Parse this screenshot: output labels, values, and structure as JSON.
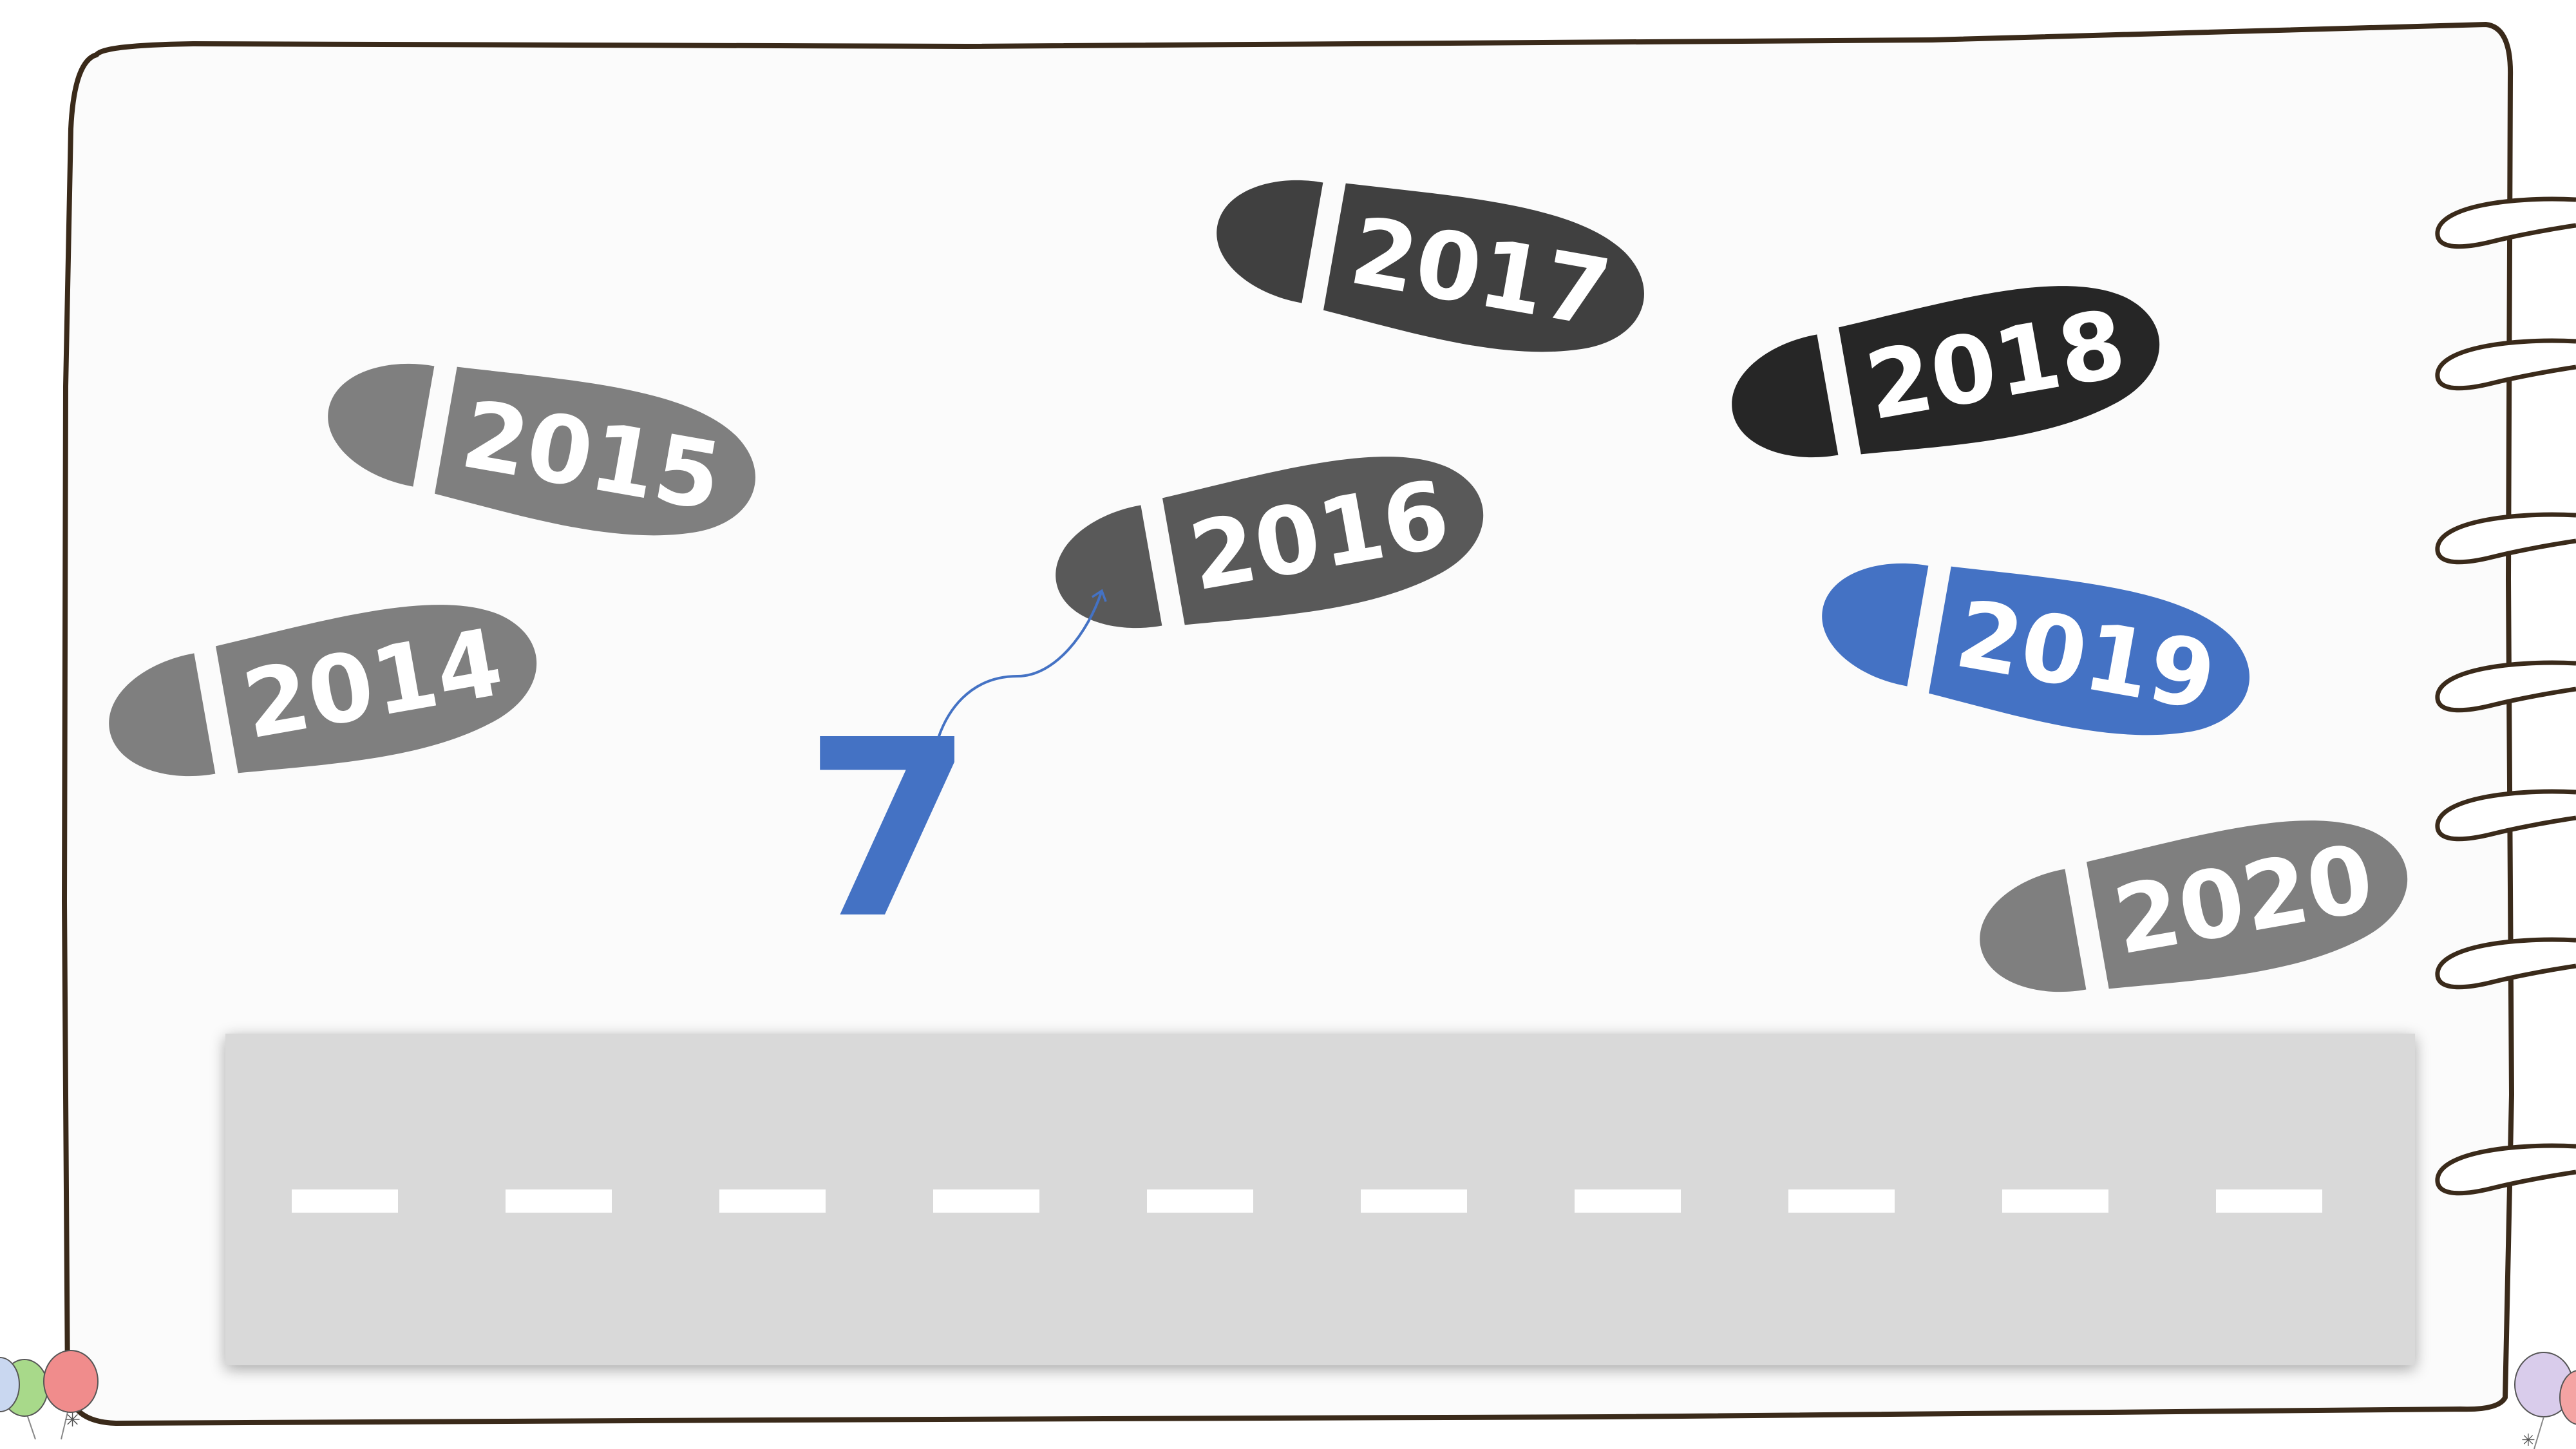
{
  "slide": {
    "marker_number": "7",
    "accent_color": "#4472C4",
    "road_color": "#D9D9D9",
    "lane_mark_color": "#FFFFFF",
    "frame_border_color": "#3A2A1A"
  },
  "footprints": [
    {
      "id": "2014",
      "label": "2014",
      "color": "#7F7F7F"
    },
    {
      "id": "2015",
      "label": "2015",
      "color": "#7F7F7F"
    },
    {
      "id": "2016",
      "label": "2016",
      "color": "#595959"
    },
    {
      "id": "2017",
      "label": "2017",
      "color": "#404040"
    },
    {
      "id": "2018",
      "label": "2018",
      "color": "#262626"
    },
    {
      "id": "2019",
      "label": "2019",
      "color": "#4472C4"
    },
    {
      "id": "2020",
      "label": "2020",
      "color": "#7F7F7F"
    }
  ],
  "decorations": {
    "binder_rings_icon": "notebook-rings-icon",
    "balloon_icon": "balloons-icon",
    "arrow_icon": "curved-arrow-icon"
  }
}
